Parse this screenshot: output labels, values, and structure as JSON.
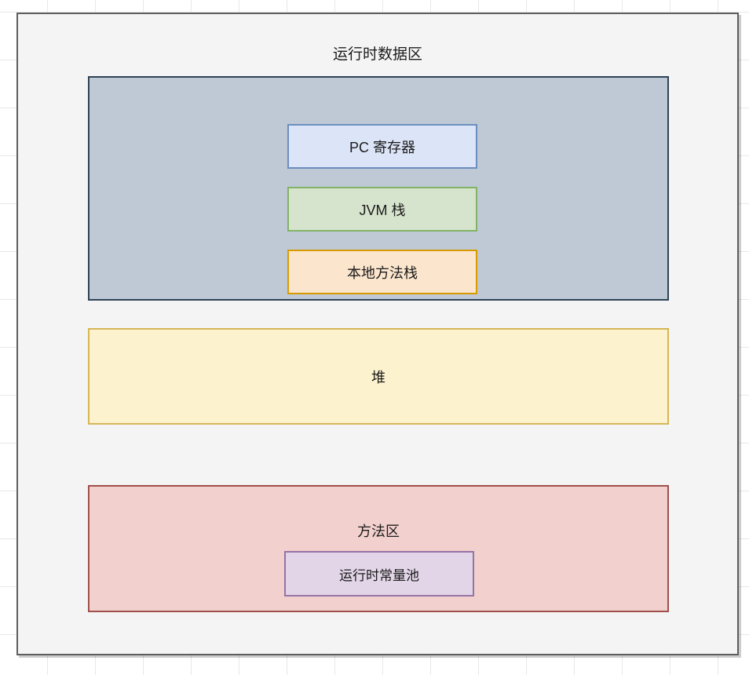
{
  "diagram": {
    "title": "运行时数据区",
    "background": "grid-paper",
    "panel_bg": "#f4f4f4",
    "panel_border": "#5e5e5e"
  },
  "thread_private": {
    "fill": "#bfc9d6",
    "border": "#2f4356",
    "boxes": [
      {
        "label": "PC 寄存器",
        "fill": "#dce5f7",
        "border": "#6c8ebf"
      },
      {
        "label": "JVM 栈",
        "fill": "#d7e4cd",
        "border": "#82b366"
      },
      {
        "label": "本地方法栈",
        "fill": "#fbe5cd",
        "border": "#d79b00"
      }
    ]
  },
  "heap": {
    "label": "堆",
    "fill": "#fcf2cd",
    "border": "#d6b656"
  },
  "method_area": {
    "label": "方法区",
    "fill": "#f2d0cd",
    "border": "#a0504c",
    "constant_pool": {
      "label": "运行时常量池",
      "fill": "#e1d5e7",
      "border": "#9673a6"
    }
  }
}
